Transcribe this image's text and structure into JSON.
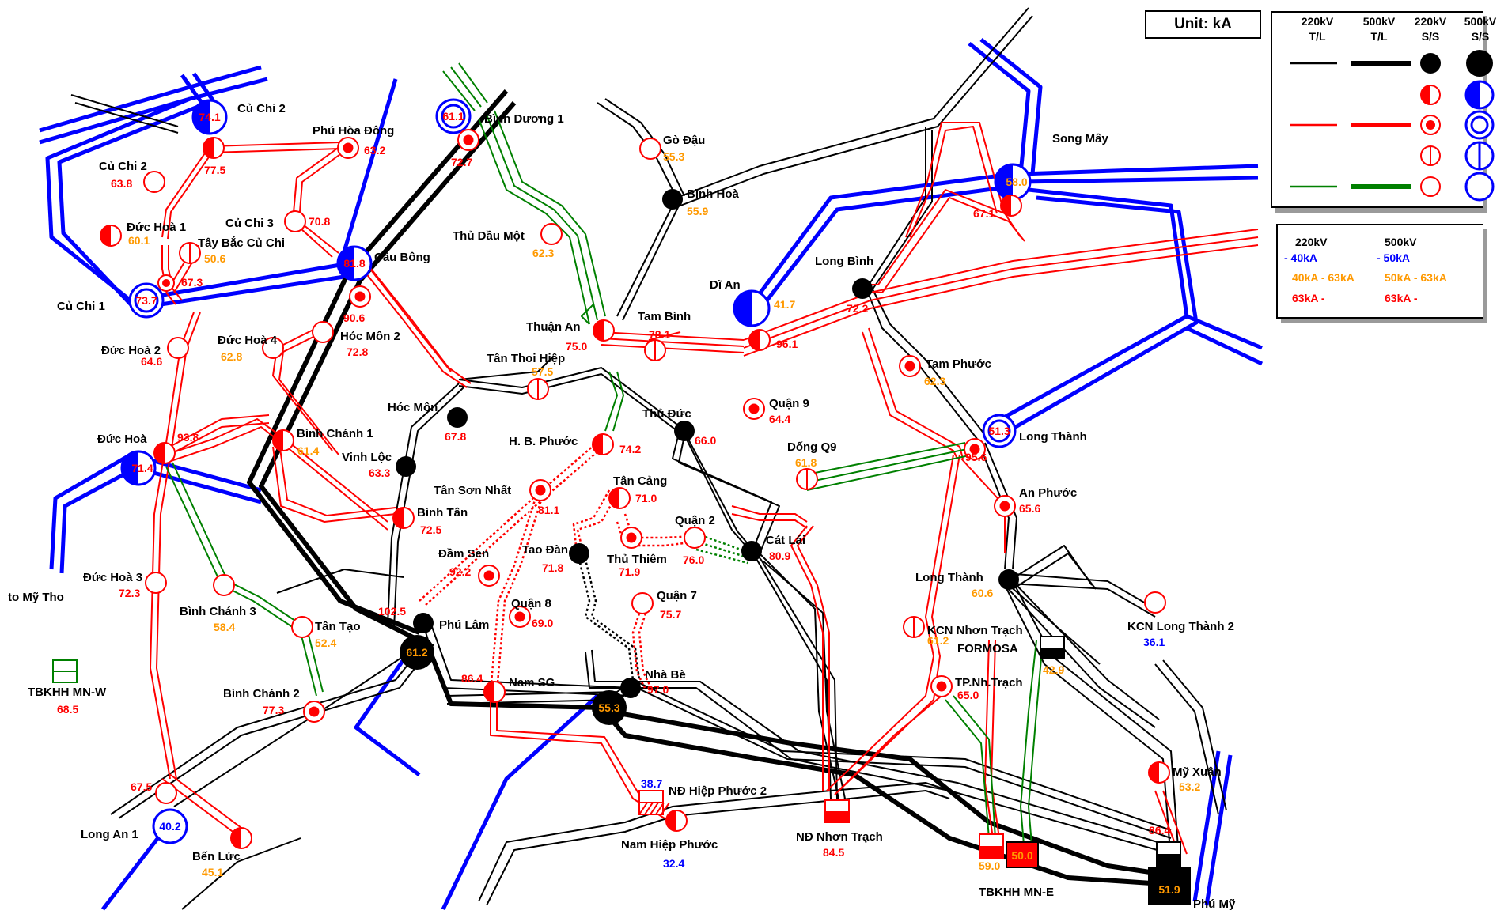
{
  "unit_label": "Unit: kA",
  "legend": {
    "col1": "220kV",
    "col1b": "T/L",
    "col2": "500kV",
    "col2b": "T/L",
    "col3": "220kV",
    "col3b": "S/S",
    "col4": "500kV",
    "col4b": "S/S"
  },
  "scale": {
    "h220": "220kV",
    "h500": "500kV",
    "r1_220": "- 40kA",
    "r1_500": "- 50kA",
    "r2_220": "40kA - 63kA",
    "r2_500": "50kA - 63kA",
    "r3_220": "63kA -",
    "r3_500": "63kA -"
  },
  "colors": {
    "black": "#000000",
    "red": "#ff0000",
    "blue": "#0000ff",
    "green": "#008000",
    "orange": "#ff9900"
  },
  "stations": {
    "cu_chi_2_500": {
      "name": "Củ Chi 2",
      "value": "74.1"
    },
    "cu_chi_2": {
      "name": "Củ Chi 2",
      "value": "63.8"
    },
    "node_77_5": {
      "value": "77.5"
    },
    "phu_hoa_dong": {
      "name": "Phú Hòa Đông",
      "value": "63.2"
    },
    "duc_hoa_1": {
      "name": "Đức Hoà 1",
      "value": "60.1"
    },
    "cu_chi_3": {
      "name": "Củ Chi 3",
      "value": "70.8"
    },
    "tay_bac_cu_chi": {
      "name": "Tây Bắc Củ Chi",
      "value": "50.6"
    },
    "node_67_3": {
      "value": "67.3"
    },
    "cu_chi_1": {
      "name": "Củ Chi 1",
      "value": "73.7"
    },
    "cau_bong": {
      "name": "Cầu Bông",
      "value": "81.8"
    },
    "node_90_6": {
      "value": "90.6"
    },
    "hoc_mon_2": {
      "name": "Hóc Môn 2",
      "value": "72.8"
    },
    "duc_hoa_2": {
      "name": "Đức Hoà 2",
      "value": "64.6"
    },
    "duc_hoa_4": {
      "name": "Đức Hoà 4",
      "value": "62.8"
    },
    "duc_hoa": {
      "name": "Đức Hoà",
      "value": "71.4"
    },
    "node_93_8": {
      "value": "93.8"
    },
    "binh_chanh_1": {
      "name": "Bình Chánh 1",
      "value": "61.4"
    },
    "binh_duong_1": {
      "name": "Bình Dương 1",
      "value": "61.1"
    },
    "node_72_7": {
      "value": "72.7"
    },
    "go_dau": {
      "name": "Gò Đậu",
      "value": "55.3"
    },
    "binh_hoa": {
      "name": "Bình Hoà",
      "value": "55.9"
    },
    "thu_dau_mot": {
      "name": "Thủ Dầu Một",
      "value": "62.3"
    },
    "thuan_an": {
      "name": "Thuận An",
      "value": "75.0"
    },
    "tam_binh": {
      "name": "Tam Bình",
      "value": "78.1"
    },
    "tan_thoi_hiep": {
      "name": "Tân Thoi Hiệp",
      "value": "57.5"
    },
    "hoc_mon": {
      "name": "Hóc Môn",
      "value": "67.8"
    },
    "vinh_loc": {
      "name": "Vinh Lộc",
      "value": "63.3"
    },
    "hb_phuoc": {
      "name": "H. B. Phước",
      "value": "74.2"
    },
    "thu_duc": {
      "name": "Thủ Đức",
      "value": "66.0"
    },
    "di_an": {
      "name": "Dĩ An",
      "value": "41.7"
    },
    "node_96_1": {
      "value": "96.1"
    },
    "quan_9": {
      "name": "Quận 9",
      "value": "64.4"
    },
    "long_binh": {
      "name": "Long Bình",
      "value": "72.2"
    },
    "song_may": {
      "name": "Song Mây",
      "value": "58.0"
    },
    "node_67_1": {
      "value": "67.1"
    },
    "tam_phuoc": {
      "name": "Tam Phước",
      "value": "62.3"
    },
    "long_thanh_500": {
      "name": "Long Thành",
      "value": "51.3"
    },
    "node_95_6": {
      "value": "95.6"
    },
    "an_phuoc": {
      "name": "An Phước",
      "value": "65.6"
    },
    "dong_q9": {
      "name": "Dống Q9",
      "value": "61.8"
    },
    "tan_son_nhat": {
      "name": "Tân Sơn Nhất",
      "value": "81.1"
    },
    "tan_cang": {
      "name": "Tân Cảng",
      "value": "71.0"
    },
    "binh_tan": {
      "name": "Bình Tân",
      "value": "72.5"
    },
    "dam_sen": {
      "name": "Đầm Sen",
      "value": "92.2"
    },
    "tao_dan": {
      "name": "Tao Đàn",
      "value": "71.8"
    },
    "quan_2": {
      "name": "Quận 2",
      "value": "76.0"
    },
    "thu_thiem": {
      "name": "Thủ Thiêm",
      "value": "71.9"
    },
    "cat_lai": {
      "name": "Cát Lái",
      "value": "80.9"
    },
    "long_thanh": {
      "name": "Long Thành",
      "value": "60.6"
    },
    "duc_hoa_3": {
      "name": "Đức Hoà 3",
      "value": "72.3"
    },
    "to_my_tho": {
      "name": "to Mỹ Tho"
    },
    "binh_chanh_3": {
      "name": "Bình Chánh 3",
      "value": "58.4"
    },
    "tan_tao": {
      "name": "Tân Tạo",
      "value": "52.4"
    },
    "phu_lam": {
      "name": "Phú Lâm",
      "value": "102.5",
      "value_500": "61.2"
    },
    "quan_8": {
      "name": "Quận 8",
      "value": "69.0"
    },
    "quan_7": {
      "name": "Quận 7",
      "value": "75.7"
    },
    "kcn_nhon_trach": {
      "name": "KCN Nhơn Trạch",
      "value": "61.2"
    },
    "formosa": {
      "name": "FORMOSA",
      "value": "42.9"
    },
    "kcn_long_thanh_2": {
      "name": "KCN Long Thành 2",
      "value": "36.1"
    },
    "tbkhh_mn_w": {
      "name": "TBKHH MN-W",
      "value": "68.5"
    },
    "binh_chanh_2": {
      "name": "Bình Chánh 2",
      "value": "77.3"
    },
    "nam_sg": {
      "name": "Nam SG",
      "value": "86.4"
    },
    "nha_be": {
      "name": "Nhà Bè",
      "value": "97.0",
      "value_500": "55.3"
    },
    "tp_nh_trach": {
      "name": "TP.Nh.Trạch",
      "value": "65.0"
    },
    "nd_hiep_phuoc_2": {
      "name": "NĐ Hiệp Phước 2",
      "value": "38.7"
    },
    "nam_hiep_phuoc": {
      "name": "Nam Hiệp Phước",
      "value": "32.4"
    },
    "my_xuan": {
      "name": "Mỹ Xuân",
      "value": "53.2"
    },
    "long_an_1": {
      "name": "Long An 1",
      "value": "40.2"
    },
    "node_67_5": {
      "value": "67.5"
    },
    "ben_luc": {
      "name": "Bến Lức",
      "value": "45.1"
    },
    "nd_nhon_trach": {
      "name": "NĐ Nhơn Trạch",
      "value": "84.5"
    },
    "tbkhh_mn_e": {
      "name": "TBKHH MN-E",
      "value": "59.0",
      "value_500": "50.0"
    },
    "phu_my": {
      "name": "Phú Mỹ",
      "value": "86.4",
      "value_500": "51.9"
    }
  }
}
